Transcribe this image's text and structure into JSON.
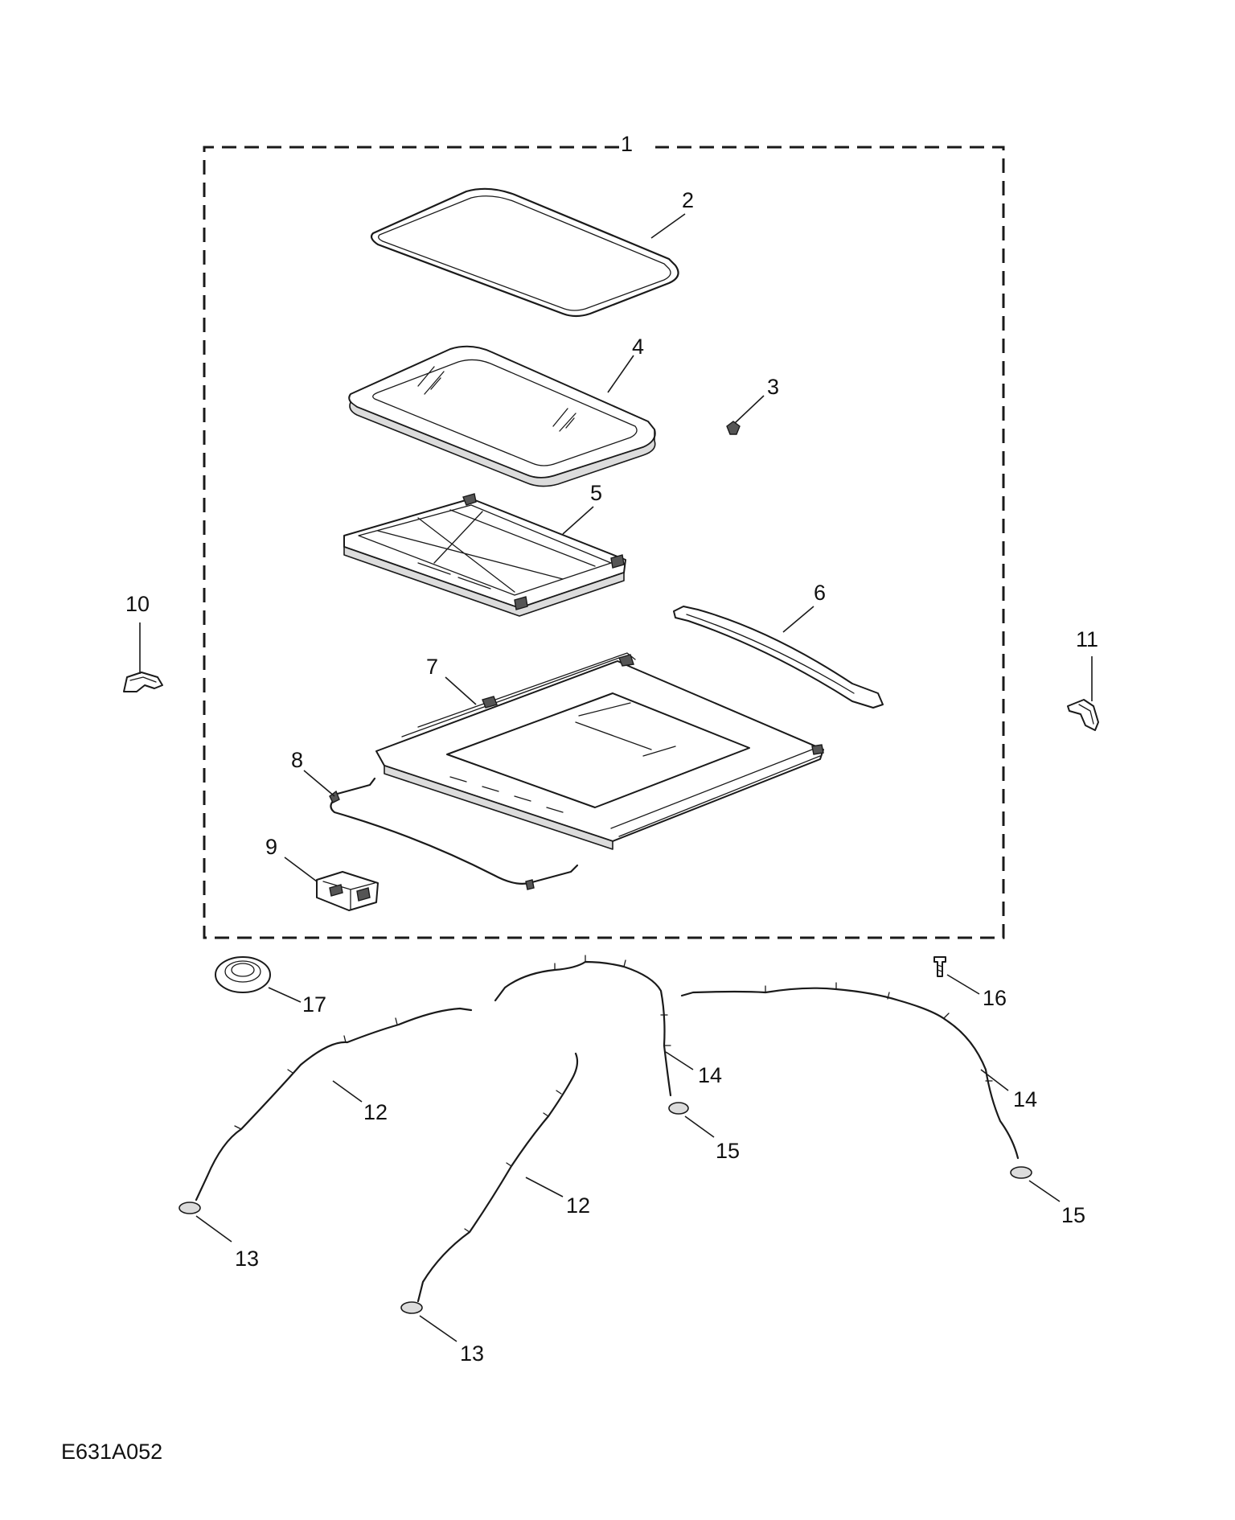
{
  "figure_code": "E631A052",
  "callouts": {
    "c1": "1",
    "c2": "2",
    "c3": "3",
    "c4": "4",
    "c5": "5",
    "c6": "6",
    "c7": "7",
    "c8": "8",
    "c9": "9",
    "c10": "10",
    "c11": "11",
    "c12a": "12",
    "c12b": "12",
    "c13a": "13",
    "c13b": "13",
    "c14a": "14",
    "c14b": "14",
    "c15a": "15",
    "c15b": "15",
    "c16": "16",
    "c17": "17"
  }
}
